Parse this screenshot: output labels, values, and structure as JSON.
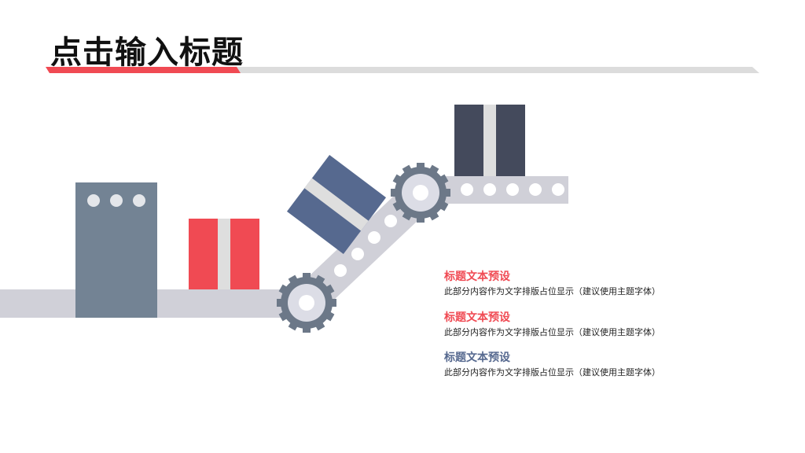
{
  "slide": {
    "title": "点击输入标题"
  },
  "items": [
    {
      "heading": "标题文本预设",
      "body": "此部分内容作为文字排版占位显示（建议使用主题字体）",
      "color": "#f04a53"
    },
    {
      "heading": "标题文本预设",
      "body": "此部分内容作为文字排版占位显示（建议使用主题字体）",
      "color": "#f04a53"
    },
    {
      "heading": "标题文本预设",
      "body": "此部分内容作为文字排版占位显示（建议使用主题字体）",
      "color": "#56698f"
    }
  ],
  "colors": {
    "accent_red": "#f04a53",
    "accent_blue": "#56698f",
    "dark_navy": "#444a5c",
    "slate_gray": "#738394",
    "belt_gray": "#d0d0d8",
    "gear_gray": "#6c7888"
  }
}
